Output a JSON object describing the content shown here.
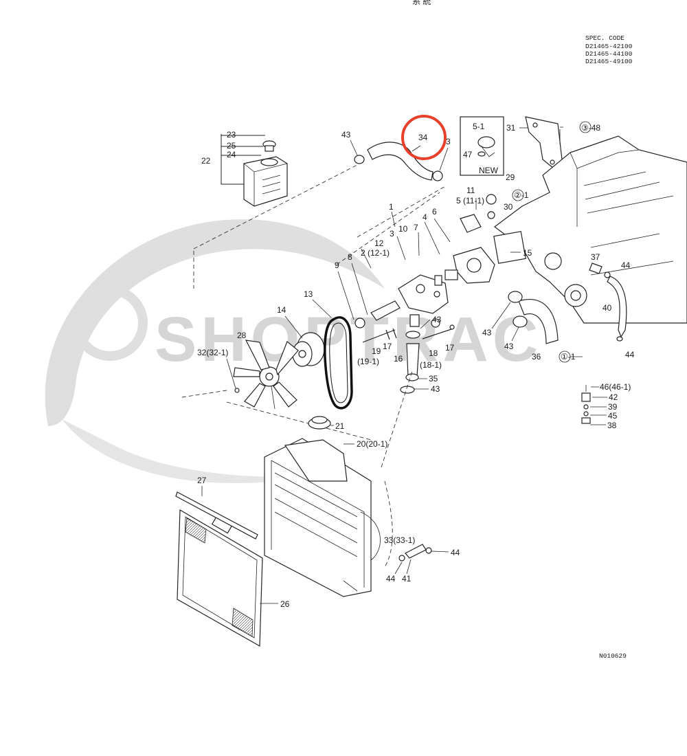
{
  "header": {
    "spec_title": "SPEC. CODE",
    "codes": [
      "D21465-42100",
      "D21465-44100",
      "D21465-49100"
    ],
    "top_glyphs": "系  統"
  },
  "watermark": {
    "text": "SHOPTRAC",
    "color": "#b4b4b4"
  },
  "highlight": {
    "part": "34",
    "color": "#e8402a"
  },
  "inset": {
    "label": "5-1",
    "sub_label": "47",
    "tag": "NEW"
  },
  "drawing_number": "N010629",
  "labels": {
    "l1": "1",
    "l2": "2",
    "l2_12": "2 (12-1)",
    "l2_2": "②-1",
    "l3": "3",
    "l3b": "3",
    "l3_48": "③-48",
    "l4": "4",
    "l5": "5 (11-1)",
    "l6": "6",
    "l7": "7",
    "l8": "8",
    "l9": "9",
    "l10": "10",
    "l11": "11",
    "l12": "12",
    "l13": "13",
    "l14": "14",
    "l15": "15",
    "l16": "16",
    "l17a": "17",
    "l17b": "17",
    "l18": "18",
    "l18b": "(18-1)",
    "l19": "19",
    "l19b": "(19-1)",
    "l20": "20(20-1)",
    "l21": "21",
    "l22": "22",
    "l23": "23",
    "l24": "24",
    "l25": "25",
    "l26": "26",
    "l27": "27",
    "l28": "28",
    "l29": "29",
    "l30": "30",
    "l31": "31",
    "l32": "32(32-1)",
    "l33": "33(33-1)",
    "l34": "34",
    "l35": "35",
    "l36": "36",
    "l37": "37",
    "l38": "38",
    "l39": "39",
    "l40": "40",
    "l41": "41",
    "l42": "42",
    "l43a": "43",
    "l43b": "43",
    "l43c": "43",
    "l43d": "43",
    "l43e": "43",
    "l44a": "44",
    "l44b": "44",
    "l44c": "44",
    "l44d": "44",
    "l45": "45",
    "l46": "46(46-1)",
    "l1_1": "①-1"
  }
}
